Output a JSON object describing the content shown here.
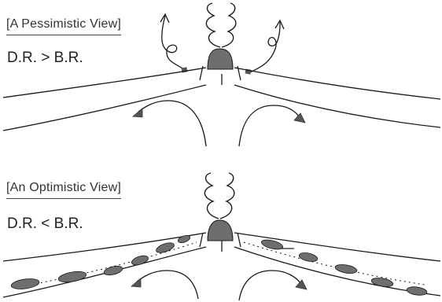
{
  "panels": [
    {
      "title": "[A Pessimistic View]",
      "relation": "D.R. > B.R."
    },
    {
      "title": "[An Optimistic View]",
      "relation": "D.R. < B.R."
    }
  ],
  "colors": {
    "line": "#1a1a1a",
    "fill_gray": "#6e6e6e",
    "arrowhead": "#555555"
  }
}
